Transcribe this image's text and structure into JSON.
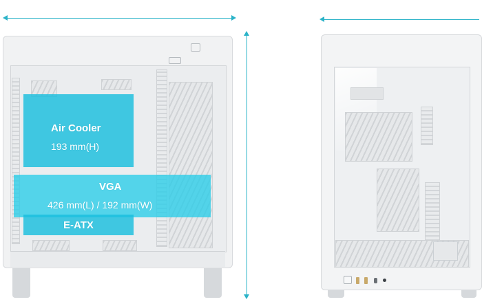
{
  "overlays": {
    "air_cooler": {
      "title": "Air Cooler",
      "spec": "193 mm(H)"
    },
    "vga": {
      "title": "VGA",
      "spec": "426 mm(L) / 192 mm(W)"
    },
    "motherboard": {
      "title": "E-ATX"
    }
  },
  "colors": {
    "accent": "#2bb3c8",
    "overlay": "#18bede",
    "case": "#f1f2f3"
  }
}
